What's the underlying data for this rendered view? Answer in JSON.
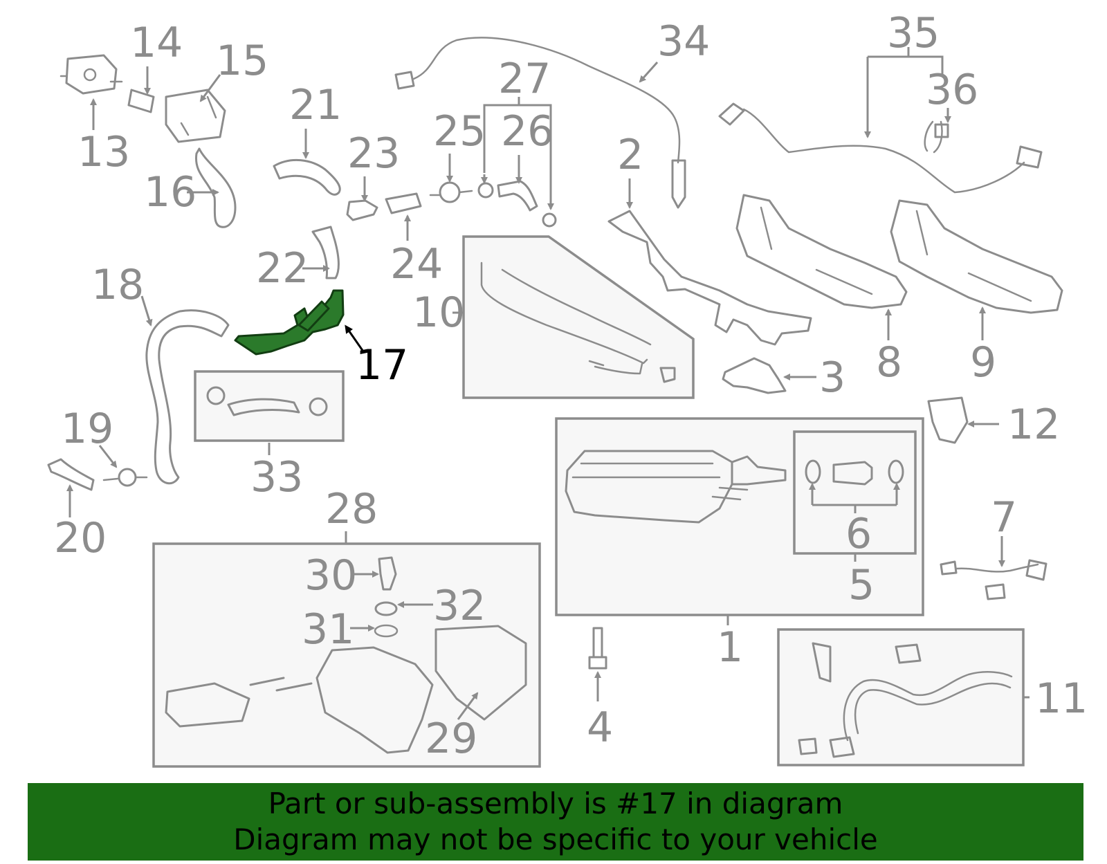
{
  "highlighted_part": "17",
  "colors": {
    "banner_background": "#1a6e14",
    "highlight_fill": "#2b7a2b",
    "line_gray": "#8c8c8c"
  },
  "callouts": {
    "c1": "1",
    "c2": "2",
    "c3": "3",
    "c4": "4",
    "c5": "5",
    "c6": "6",
    "c7": "7",
    "c8": "8",
    "c9": "9",
    "c10": "10",
    "c11": "11",
    "c12": "12",
    "c13": "13",
    "c14": "14",
    "c15": "15",
    "c16": "16",
    "c17": "17",
    "c18": "18",
    "c19": "19",
    "c20": "20",
    "c21": "21",
    "c22": "22",
    "c23": "23",
    "c24": "24",
    "c25": "25",
    "c26": "26",
    "c27": "27",
    "c28": "28",
    "c29": "29",
    "c30": "30",
    "c31": "31",
    "c32": "32",
    "c33": "33",
    "c34": "34",
    "c35": "35",
    "c36": "36"
  },
  "banner": {
    "line1": "Part or sub-assembly is #17 in diagram",
    "line2": "Diagram may not be specific to your vehicle"
  }
}
